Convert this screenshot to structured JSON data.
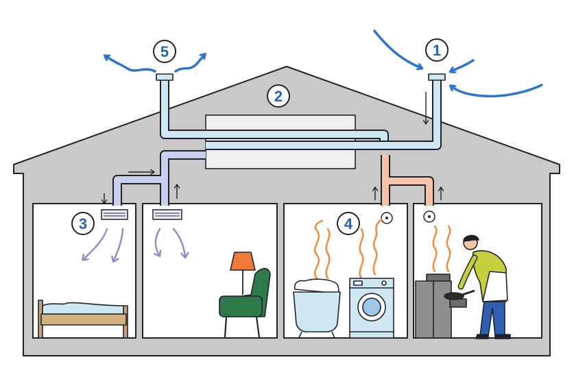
{
  "colors": {
    "outline": "#1f2328",
    "house_fill": "#c9c9c9",
    "room_fill": "#ffffff",
    "supply_duct": "#c8d0ee",
    "extract_duct": "#f6c2a8",
    "main_duct": "#cfe6f3",
    "outdoor_air_arrow": "#2f74c9",
    "supply_airflow_arrow": "#8d8fc6",
    "steam": "#f28c3c",
    "number_badge": "#2563b8"
  },
  "callouts": [
    {
      "number": "1",
      "meaning": "outdoor-air-intake"
    },
    {
      "number": "2",
      "meaning": "heat-recovery-unit"
    },
    {
      "number": "3",
      "meaning": "supply-air-vents"
    },
    {
      "number": "4",
      "meaning": "extract-air-vents"
    },
    {
      "number": "5",
      "meaning": "exhaust-air-outlet"
    }
  ],
  "rooms": [
    {
      "name": "bedroom",
      "icons": [
        "bed-icon",
        "supply-vent-icon"
      ]
    },
    {
      "name": "living-room",
      "icons": [
        "armchair-icon",
        "floor-lamp-icon",
        "supply-vent-icon"
      ]
    },
    {
      "name": "bathroom",
      "icons": [
        "bathtub-icon",
        "washing-machine-icon",
        "extract-vent-icon"
      ]
    },
    {
      "name": "kitchen",
      "icons": [
        "stove-icon",
        "person-cooking-icon",
        "extract-vent-icon"
      ]
    }
  ]
}
